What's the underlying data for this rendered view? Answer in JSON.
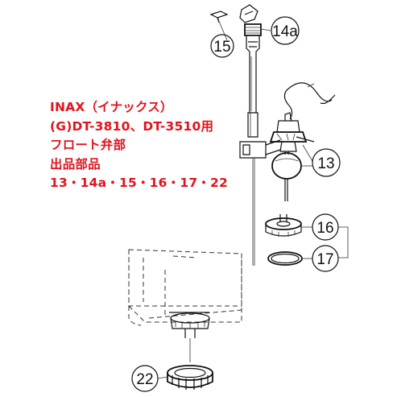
{
  "caption": {
    "line1": "INAX（イナックス）",
    "line2": "(G)DT-3810、DT-3510用",
    "line3": "フロート弁部",
    "line4": "出品部品",
    "line5": "13・14a・15・16・17・22"
  },
  "callouts": {
    "c15": "15",
    "c14a": "14a",
    "c13": "13",
    "c16": "16",
    "c17": "17",
    "c22": "22"
  },
  "colors": {
    "caption": "#e0141e",
    "lines": "#111111"
  }
}
